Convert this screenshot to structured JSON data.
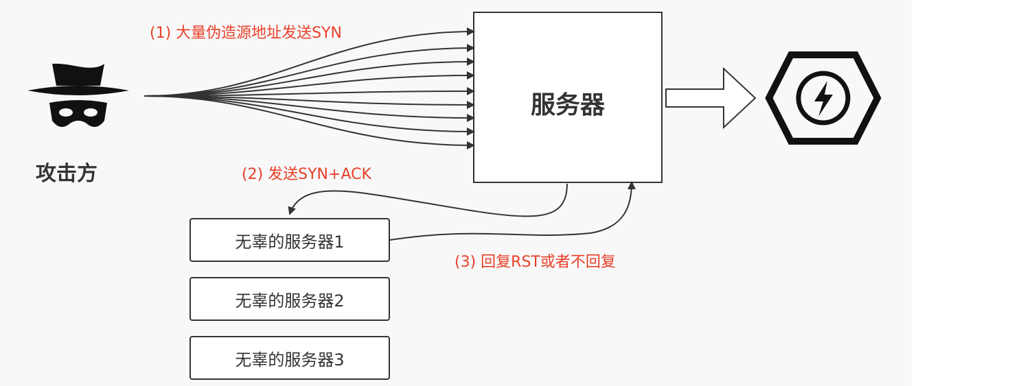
{
  "attacker": {
    "label": "攻击方",
    "icon": "spy-hat-icon"
  },
  "server": {
    "label": "服务器"
  },
  "result_icon": "lightning-hexagon-icon",
  "steps": {
    "step1": "(1) 大量伪造源地址发送SYN",
    "step2": "(2) 发送SYN+ACK",
    "step3": "(3) 回复RST或者不回复"
  },
  "innocent_servers": [
    {
      "label": "无辜的服务器1"
    },
    {
      "label": "无辜的服务器2"
    },
    {
      "label": "无辜的服务器3"
    }
  ],
  "colors": {
    "annotation": "#e8402a",
    "stroke": "#333333"
  }
}
